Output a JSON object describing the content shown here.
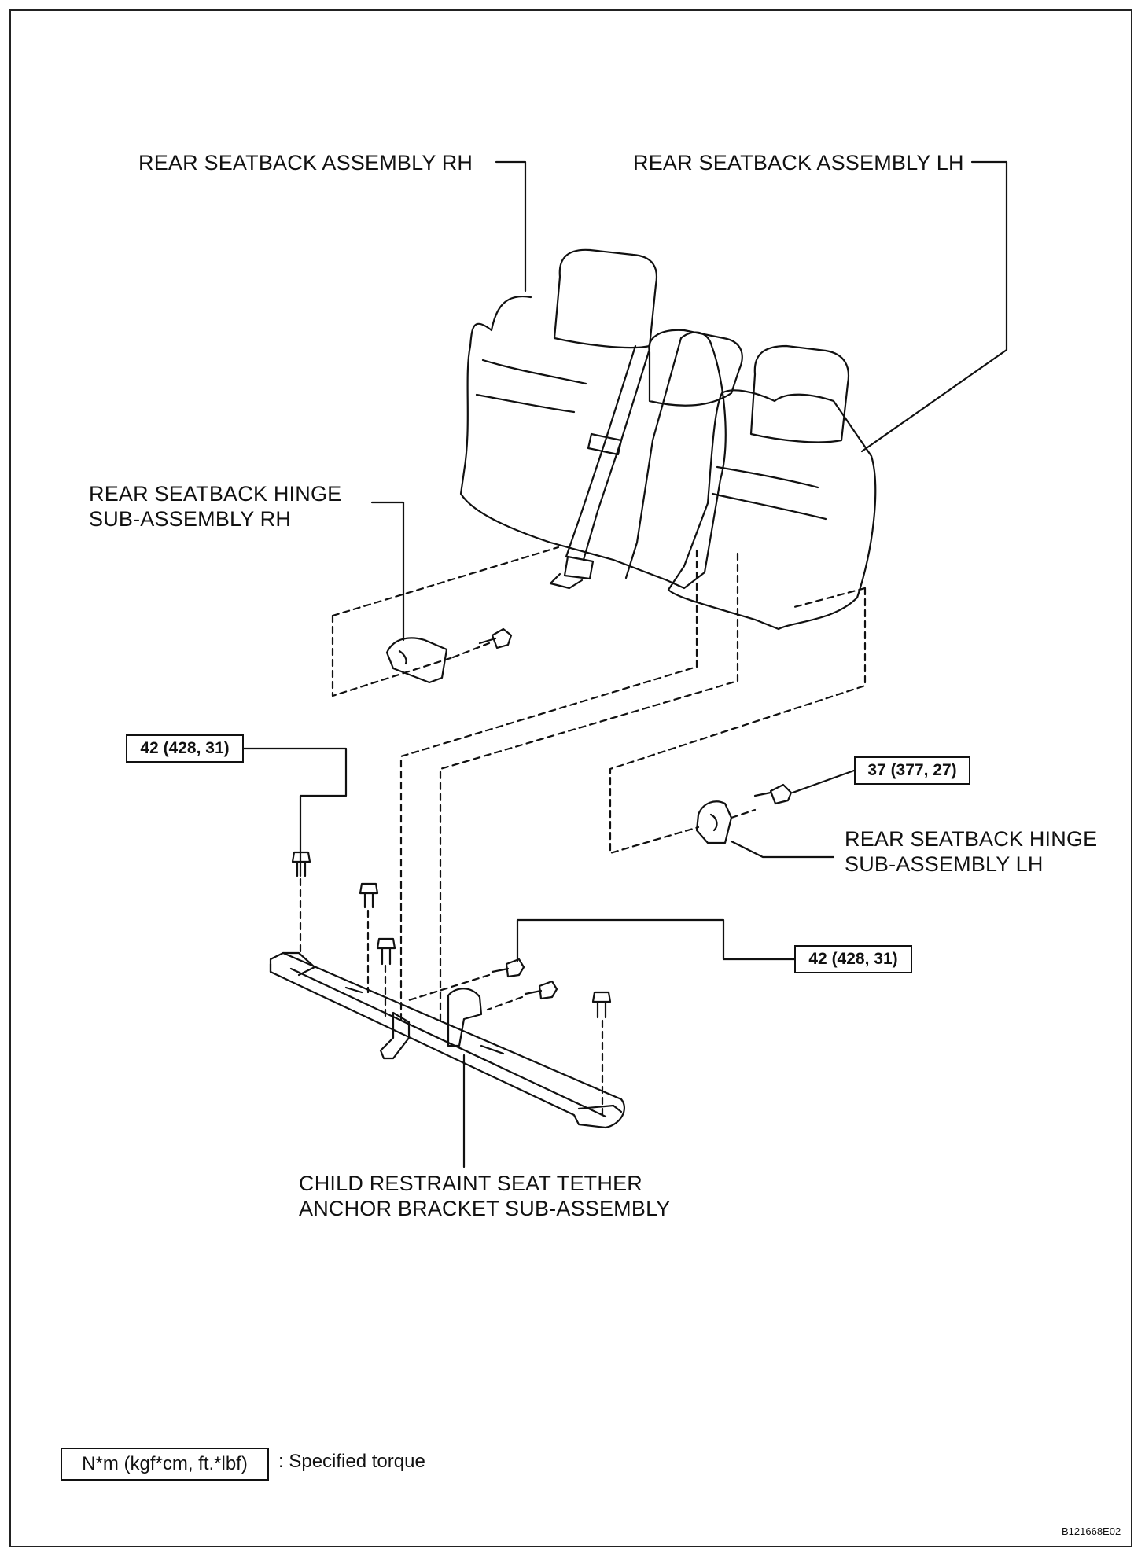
{
  "labels": {
    "seatback_rh": "REAR SEATBACK ASSEMBLY RH",
    "seatback_lh": "REAR SEATBACK ASSEMBLY LH",
    "hinge_rh_line1": "REAR SEATBACK HINGE",
    "hinge_rh_line2": "SUB-ASSEMBLY RH",
    "hinge_lh_line1": "REAR SEATBACK HINGE",
    "hinge_lh_line2": "SUB-ASSEMBLY LH",
    "bracket_line1": "CHILD RESTRAINT SEAT TETHER",
    "bracket_line2": "ANCHOR BRACKET SUB-ASSEMBLY"
  },
  "torques": {
    "left_bolts": "42 (428, 31)",
    "hinge_lh_bolt": "37 (377, 27)",
    "bracket_bolts": "42 (428, 31)"
  },
  "legend": {
    "unit": "N*m (kgf*cm, ft.*lbf)",
    "meaning": ": Specified torque"
  },
  "figure_code": "B121668E02"
}
